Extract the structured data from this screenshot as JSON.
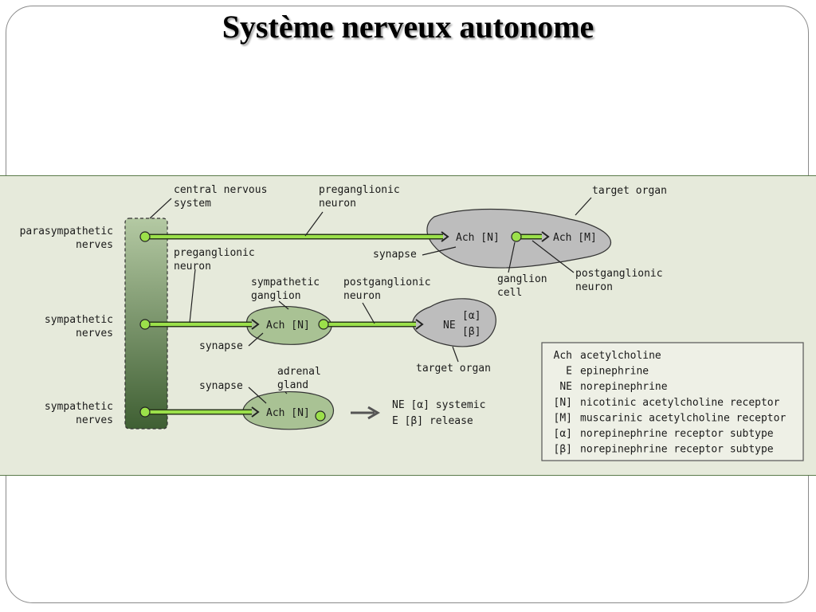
{
  "slide": {
    "title": "Système nerveux autonome"
  },
  "colors": {
    "panel_bg": "#e6eadb",
    "nerve_green": "#9be04a",
    "cns_dark": "#4a6a3a",
    "cns_light": "#a8c096",
    "organ_gray": "#bfbfbf",
    "ganglion_green": "#aac296"
  },
  "labels": {
    "cns": [
      "central nervous",
      "system"
    ],
    "preganglionic_top": [
      "preganglionic",
      "neuron"
    ],
    "target_organ_top": "target organ",
    "parasympathetic": [
      "parasympathetic",
      "nerves"
    ],
    "synapse_top": "synapse",
    "ach_n_top": "Ach [N]",
    "ach_m": "Ach [M]",
    "ganglion_cell": [
      "ganglion",
      "cell"
    ],
    "postganglionic_top": [
      "postganglionic",
      "neuron"
    ],
    "preganglionic_mid": [
      "preganglionic",
      "neuron"
    ],
    "sympathetic_ganglion": [
      "sympathetic",
      "ganglion"
    ],
    "postganglionic_mid": [
      "postganglionic",
      "neuron"
    ],
    "sympathetic_1": [
      "sympathetic",
      "nerves"
    ],
    "ach_n_mid": "Ach [N]",
    "ne_mid": "NE",
    "alpha": "[α]",
    "beta": "[β]",
    "synapse_mid": "synapse",
    "target_organ_mid": "target organ",
    "synapse_bottom": "synapse",
    "adrenal_gland": [
      "adrenal",
      "gland"
    ],
    "sympathetic_2": [
      "sympathetic",
      "nerves"
    ],
    "ach_n_bottom": "Ach [N]",
    "systemic_release_1": "NE [α] systemic",
    "systemic_release_2": "E  [β] release"
  },
  "legend": [
    {
      "key": "Ach",
      "desc": "acetylcholine"
    },
    {
      "key": "E",
      "desc": "epinephrine"
    },
    {
      "key": "NE",
      "desc": "norepinephrine"
    },
    {
      "key": "[N]",
      "desc": "nicotinic acetylcholine receptor"
    },
    {
      "key": "[M]",
      "desc": "muscarinic acetylcholine receptor"
    },
    {
      "key": "[α]",
      "desc": "norepinephrine receptor subtype"
    },
    {
      "key": "[β]",
      "desc": "norepinephrine receptor subtype"
    }
  ]
}
